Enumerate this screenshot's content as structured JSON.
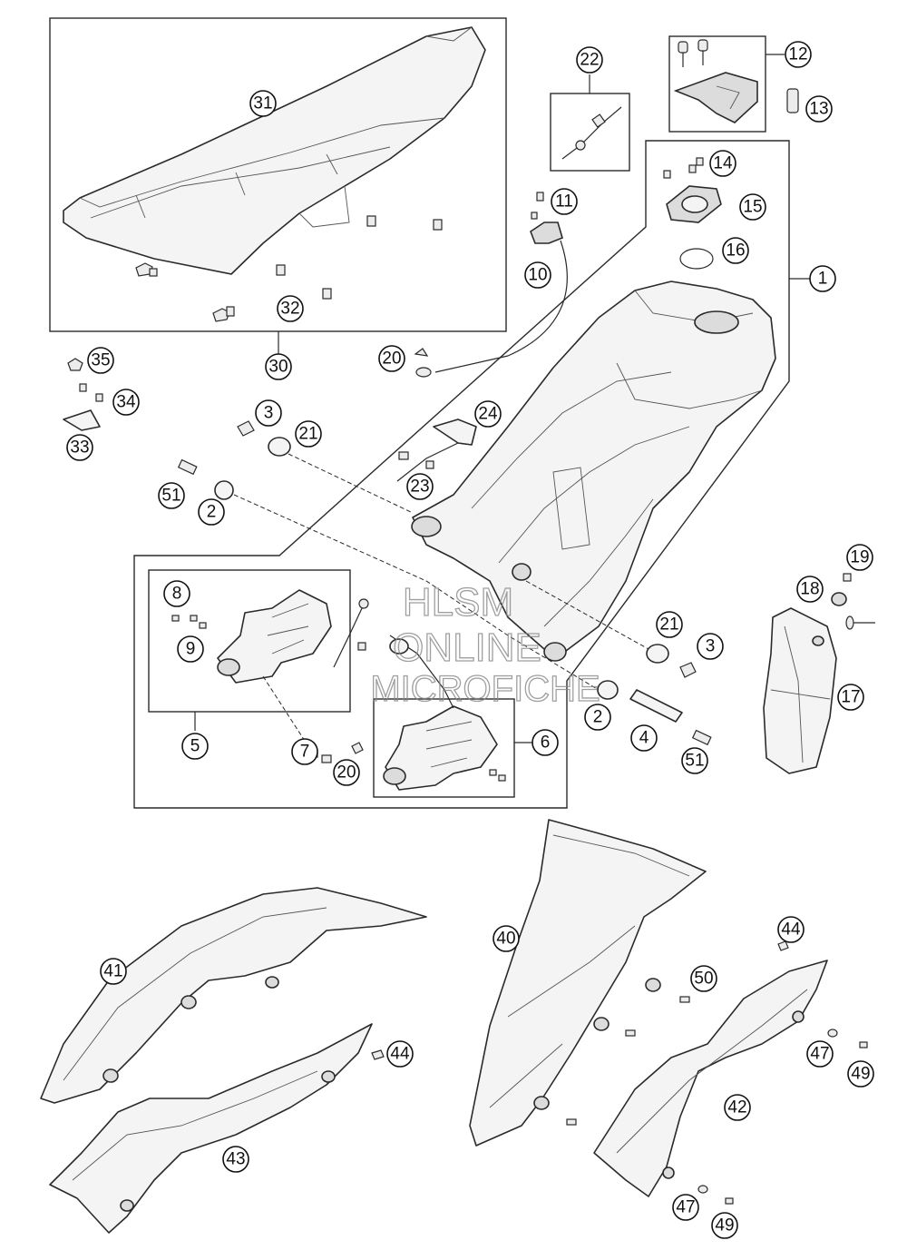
{
  "callouts": [
    "1",
    "2",
    "2",
    "3",
    "3",
    "4",
    "5",
    "6",
    "7",
    "8",
    "9",
    "10",
    "11",
    "12",
    "13",
    "14",
    "15",
    "16",
    "17",
    "18",
    "19",
    "20",
    "20",
    "21",
    "21",
    "22",
    "23",
    "24",
    "30",
    "31",
    "32",
    "33",
    "34",
    "35",
    "40",
    "41",
    "42",
    "43",
    "44",
    "44",
    "47",
    "47",
    "49",
    "49",
    "50",
    "51",
    "51"
  ],
  "watermark": {
    "line1": "HLSM",
    "line2": "ONLINE",
    "line3": "MICROFICHE"
  }
}
